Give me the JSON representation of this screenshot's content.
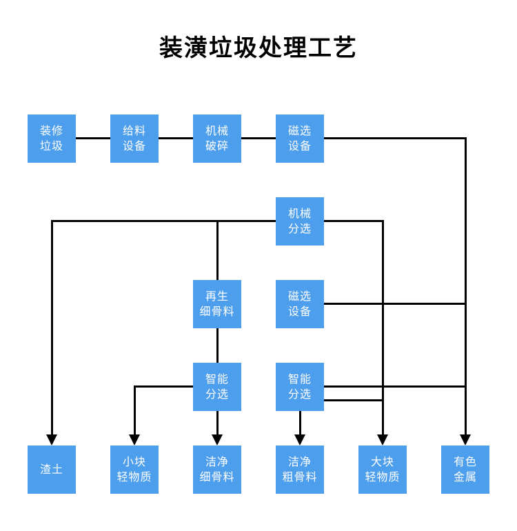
{
  "title": "装潢垃圾处理工艺",
  "colors": {
    "node_fill": "#4D9EEC",
    "line_color": "#000000",
    "title_color": "#000000",
    "bg": "#ffffff"
  },
  "diagram": {
    "type": "flowchart",
    "nodes": {
      "decoration_waste": {
        "label": "装修垃圾",
        "lines": [
          "装修",
          "垃圾"
        ]
      },
      "feeding_equipment": {
        "label": "给料设备",
        "lines": [
          "给料",
          "设备"
        ]
      },
      "mechanical_crushing": {
        "label": "机械破碎",
        "lines": [
          "机械",
          "破碎"
        ]
      },
      "magnetic_separator_1": {
        "label": "磁选设备",
        "lines": [
          "磁选",
          "设备"
        ]
      },
      "mechanical_sorting": {
        "label": "机械分选",
        "lines": [
          "机械",
          "分选"
        ]
      },
      "recycled_fine_aggregate": {
        "label": "再生细骨料",
        "lines": [
          "再生",
          "细骨料"
        ]
      },
      "magnetic_separator_2": {
        "label": "磁选设备",
        "lines": [
          "磁选",
          "设备"
        ]
      },
      "smart_sorting_left": {
        "label": "智能分选",
        "lines": [
          "智能",
          "分选"
        ]
      },
      "smart_sorting_right": {
        "label": "智能分选",
        "lines": [
          "智能",
          "分选"
        ]
      },
      "slag_soil": {
        "label": "渣土",
        "lines": [
          "渣土"
        ]
      },
      "small_light_material": {
        "label": "小块轻物质",
        "lines": [
          "小块",
          "轻物质"
        ]
      },
      "clean_fine_aggregate": {
        "label": "洁净细骨料",
        "lines": [
          "洁净",
          "细骨料"
        ]
      },
      "clean_coarse_aggregate": {
        "label": "洁净粗骨料",
        "lines": [
          "洁净",
          "粗骨料"
        ]
      },
      "large_light_material": {
        "label": "大块轻物质",
        "lines": [
          "大块",
          "轻物质"
        ]
      },
      "nonferrous_metal": {
        "label": "有色金属",
        "lines": [
          "有色",
          "金属"
        ]
      }
    },
    "edges": [
      {
        "from": "decoration_waste",
        "to": "feeding_equipment",
        "style": "plain"
      },
      {
        "from": "feeding_equipment",
        "to": "mechanical_crushing",
        "style": "plain"
      },
      {
        "from": "mechanical_crushing",
        "to": "magnetic_separator_1",
        "style": "plain"
      },
      {
        "from": "magnetic_separator_1",
        "to": "nonferrous_metal",
        "style": "arrow"
      },
      {
        "from": "mechanical_sorting",
        "to": "slag_soil",
        "style": "arrow"
      },
      {
        "from": "mechanical_sorting",
        "to": "recycled_fine_aggregate",
        "style": "plain"
      },
      {
        "from": "mechanical_sorting",
        "to": "large_light_material",
        "style": "arrow"
      },
      {
        "from": "magnetic_separator_2",
        "to": "nonferrous_metal",
        "style": "plain"
      },
      {
        "from": "recycled_fine_aggregate",
        "to": "smart_sorting_left",
        "style": "plain"
      },
      {
        "from": "smart_sorting_left",
        "to": "small_light_material",
        "style": "arrow"
      },
      {
        "from": "smart_sorting_left",
        "to": "clean_fine_aggregate",
        "style": "arrow"
      },
      {
        "from": "smart_sorting_right",
        "to": "clean_coarse_aggregate",
        "style": "arrow"
      },
      {
        "from": "smart_sorting_right",
        "to": "nonferrous_metal",
        "style": "plain"
      },
      {
        "from": "smart_sorting_right",
        "to": "large_light_material",
        "style": "plain"
      }
    ]
  }
}
